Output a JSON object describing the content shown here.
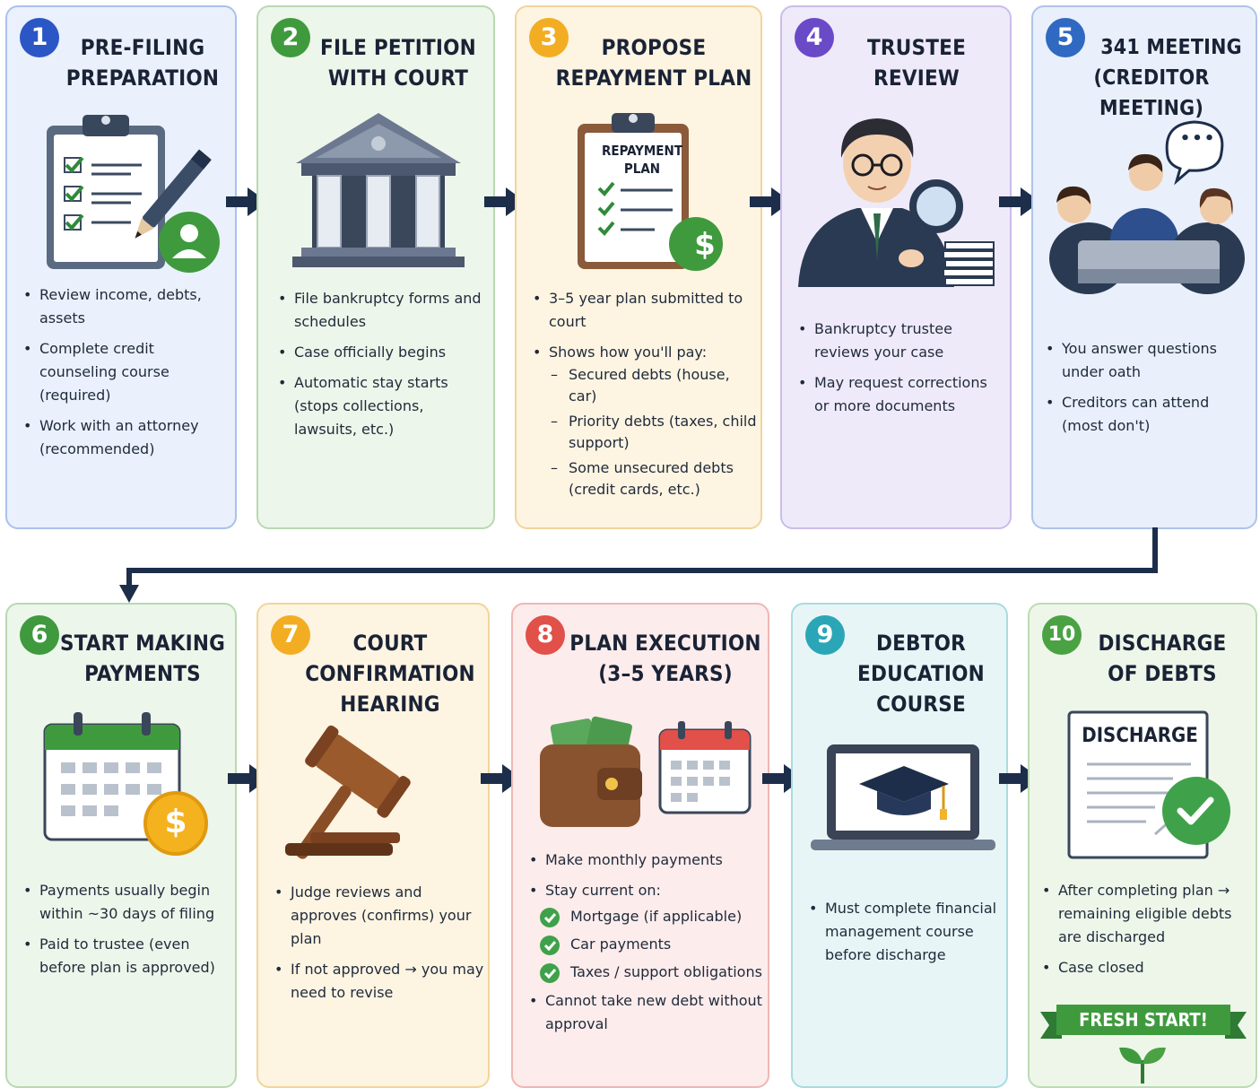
{
  "steps": [
    {
      "number": "1",
      "title": [
        "PRE-FILING",
        "PREPARATION"
      ],
      "bullets": [
        "Review income, debts, assets",
        "Complete credit counseling course (required)",
        "Work with an attorney (recommended)"
      ]
    },
    {
      "number": "2",
      "title": [
        "FILE PETITION",
        "WITH COURT"
      ],
      "bullets": [
        "File bankruptcy forms and schedules",
        "Case officially begins",
        "Automatic stay starts (stops collections, lawsuits, etc.)"
      ]
    },
    {
      "number": "3",
      "title": [
        "PROPOSE",
        "REPAYMENT PLAN"
      ],
      "clipboard": [
        "REPAYMENT",
        "PLAN"
      ],
      "bullets": [
        "3–5 year plan submitted to court",
        "Shows how you'll pay:"
      ],
      "sub_bullets": [
        "Secured debts (house, car)",
        "Priority debts (taxes, child support)",
        "Some unsecured debts (credit cards, etc.)"
      ]
    },
    {
      "number": "4",
      "title": [
        "TRUSTEE",
        "REVIEW"
      ],
      "bullets": [
        "Bankruptcy trustee reviews your case",
        "May request corrections or more documents"
      ]
    },
    {
      "number": "5",
      "title": [
        "341 MEETING",
        "(CREDITOR MEETING)"
      ],
      "speech": "•••",
      "bullets": [
        "You answer questions under oath",
        "Creditors can attend (most don't)"
      ]
    },
    {
      "number": "6",
      "title": [
        "START MAKING",
        "PAYMENTS"
      ],
      "bullets": [
        "Payments usually begin within ~30 days of filing",
        "Paid to trustee (even before plan is approved)"
      ]
    },
    {
      "number": "7",
      "title": [
        "COURT",
        "CONFIRMATION",
        "HEARING"
      ],
      "bullets": [
        "Judge reviews and approves (confirms) your plan",
        "If not approved → you may need to revise"
      ]
    },
    {
      "number": "8",
      "title": [
        "PLAN EXECUTION",
        "(3–5 YEARS)"
      ],
      "bullets": [
        "Make monthly payments",
        "Stay current on:"
      ],
      "checks": [
        "Mortgage (if applicable)",
        "Car payments",
        "Taxes / support obligations"
      ],
      "bullets_after": [
        "Cannot take new debt without approval"
      ]
    },
    {
      "number": "9",
      "title": [
        "DEBTOR",
        "EDUCATION",
        "COURSE"
      ],
      "bullets": [
        "Must complete financial management course before discharge"
      ]
    },
    {
      "number": "10",
      "title": [
        "DISCHARGE",
        "OF DEBTS"
      ],
      "document": "DISCHARGE",
      "bullets": [
        "After completing plan → remaining eligible debts are discharged",
        "Case closed"
      ],
      "banner": "FRESH START!"
    }
  ],
  "colors": {
    "navy": "#1c2e4a",
    "step1": "#2b56c6",
    "step2": "#3f9a3e",
    "step3": "#f2ad22",
    "step4": "#6a4ac6",
    "step5": "#2f69c2",
    "step6": "#3f9a3e",
    "step7": "#f2ad22",
    "step8": "#e15049",
    "step9": "#2ba6b7",
    "step10": "#4aa243"
  }
}
